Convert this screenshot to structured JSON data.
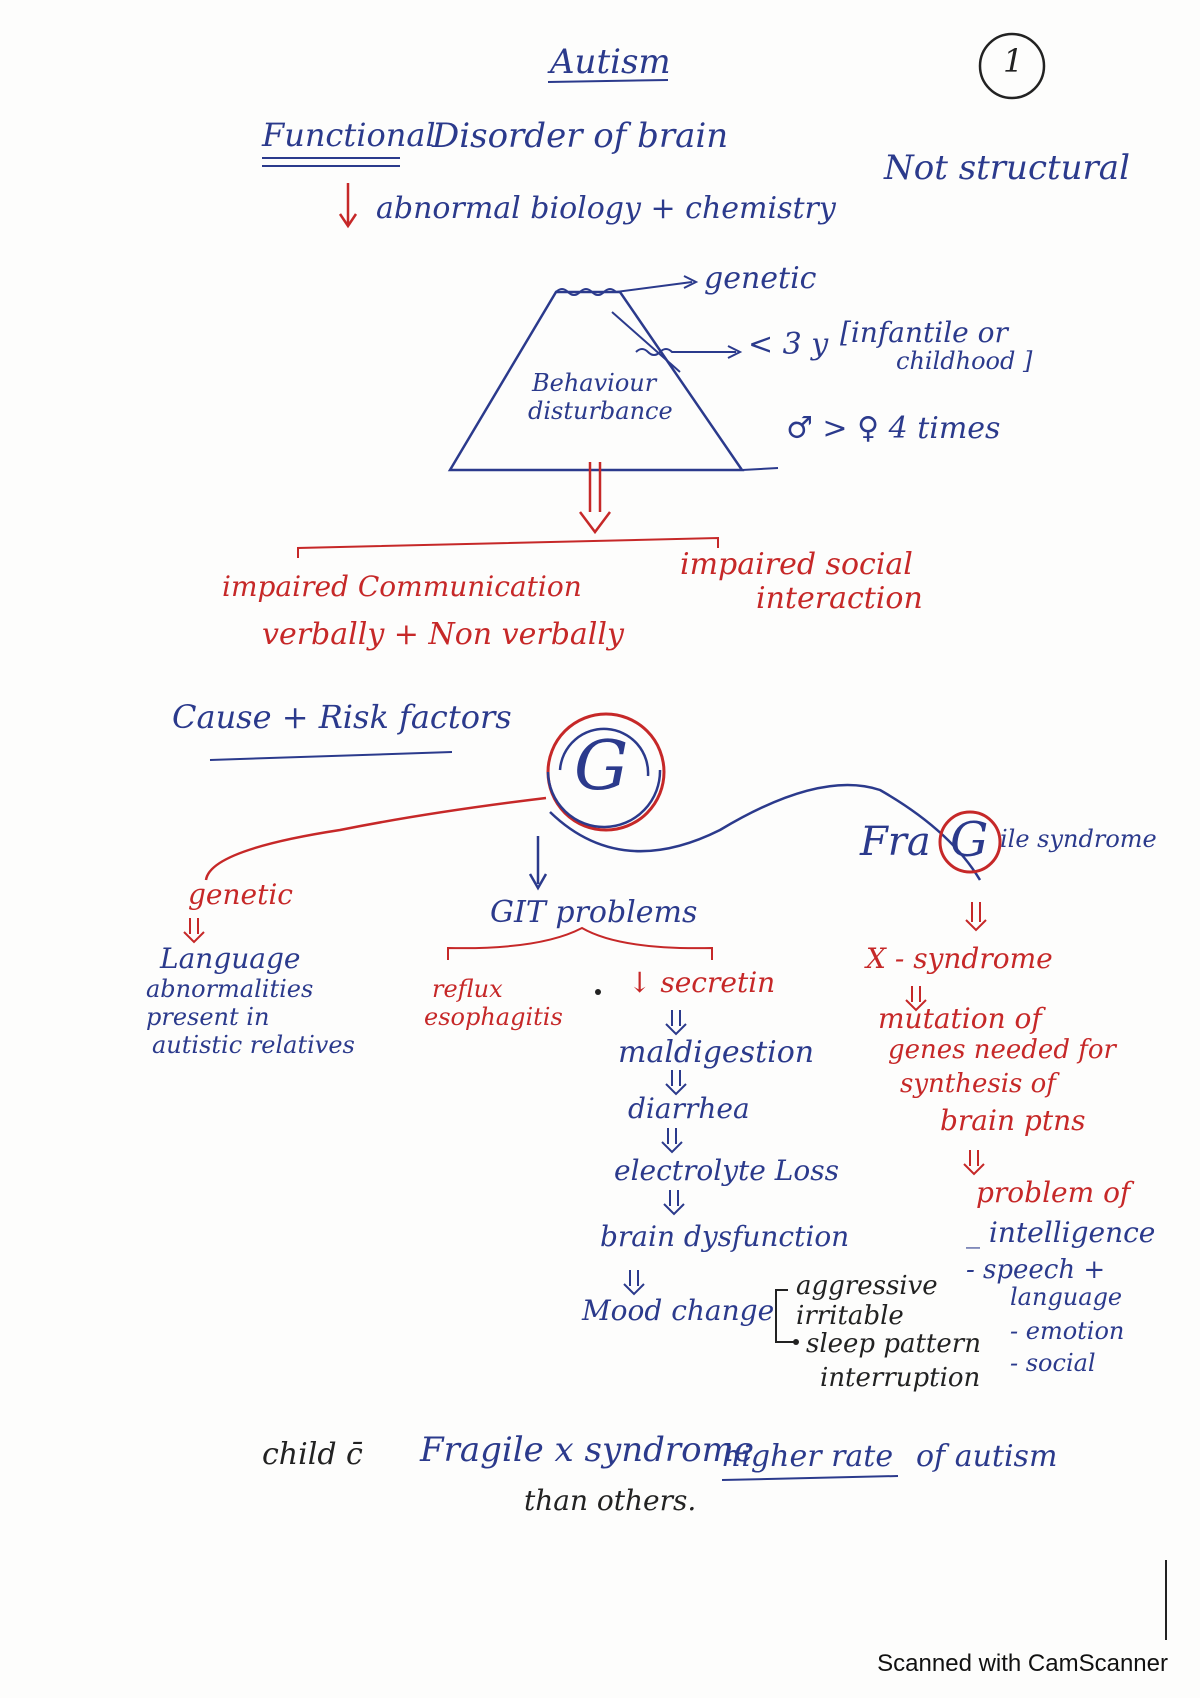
{
  "page_number": "1",
  "title": "Autism",
  "definition": {
    "heading": "Functional",
    "rest": "Disorder of brain",
    "detail": "abnormal biology + chemistry",
    "note": "Not structural"
  },
  "triangle": {
    "center_line1": "Behaviour",
    "center_line2": "disturbance",
    "point_genetic": "genetic",
    "point_age": "< 3 y",
    "point_age_bracket_l1": "[infantile or",
    "point_age_bracket_l2": "childhood ]",
    "point_sex": "♂ > ♀  4 times"
  },
  "outcomes": {
    "left_line1": "impaired Communication",
    "left_line2": "verbally + Non verbally",
    "right_line1": "impaired social",
    "right_line2": "interaction"
  },
  "causes": {
    "heading": "Cause + Risk factors",
    "big_letter": "G",
    "genetic": {
      "label": "genetic",
      "line1": "Language",
      "line2": "abnormalities",
      "line3": "present in",
      "line4": "autistic relatives"
    },
    "git": {
      "label": "GIT problems",
      "reflux_line1": "reflux",
      "reflux_line2": "esophagitis",
      "secretin": "↓ secretin",
      "chain1": "maldigestion",
      "chain2": "diarrhea",
      "chain3": "electrolyte Loss",
      "chain4": "brain dysfunction",
      "chain5": "Mood change",
      "mood1": "aggressive",
      "mood2": "irritable",
      "mood3_l1": "sleep pattern",
      "mood3_l2": "interruption"
    },
    "fragile": {
      "prefix": "Fra",
      "big": "G",
      "suffix": "ile syndrome",
      "x": "X - syndrome",
      "mut1": "mutation of",
      "mut2": "genes needed for",
      "mut3": "synthesis of",
      "mut4": "brain ptns",
      "prob": "problem of",
      "p1": "_ intelligence",
      "p2": "- speech +",
      "p2b": "language",
      "p3": "- emotion",
      "p4": "- social"
    }
  },
  "conclusion": {
    "prefix": "child c̄",
    "middle": "Fragile x syndrome",
    "emph": "higher rate",
    "rest": "of autism",
    "line2": "than others."
  },
  "footer": "Scanned with CamScanner"
}
